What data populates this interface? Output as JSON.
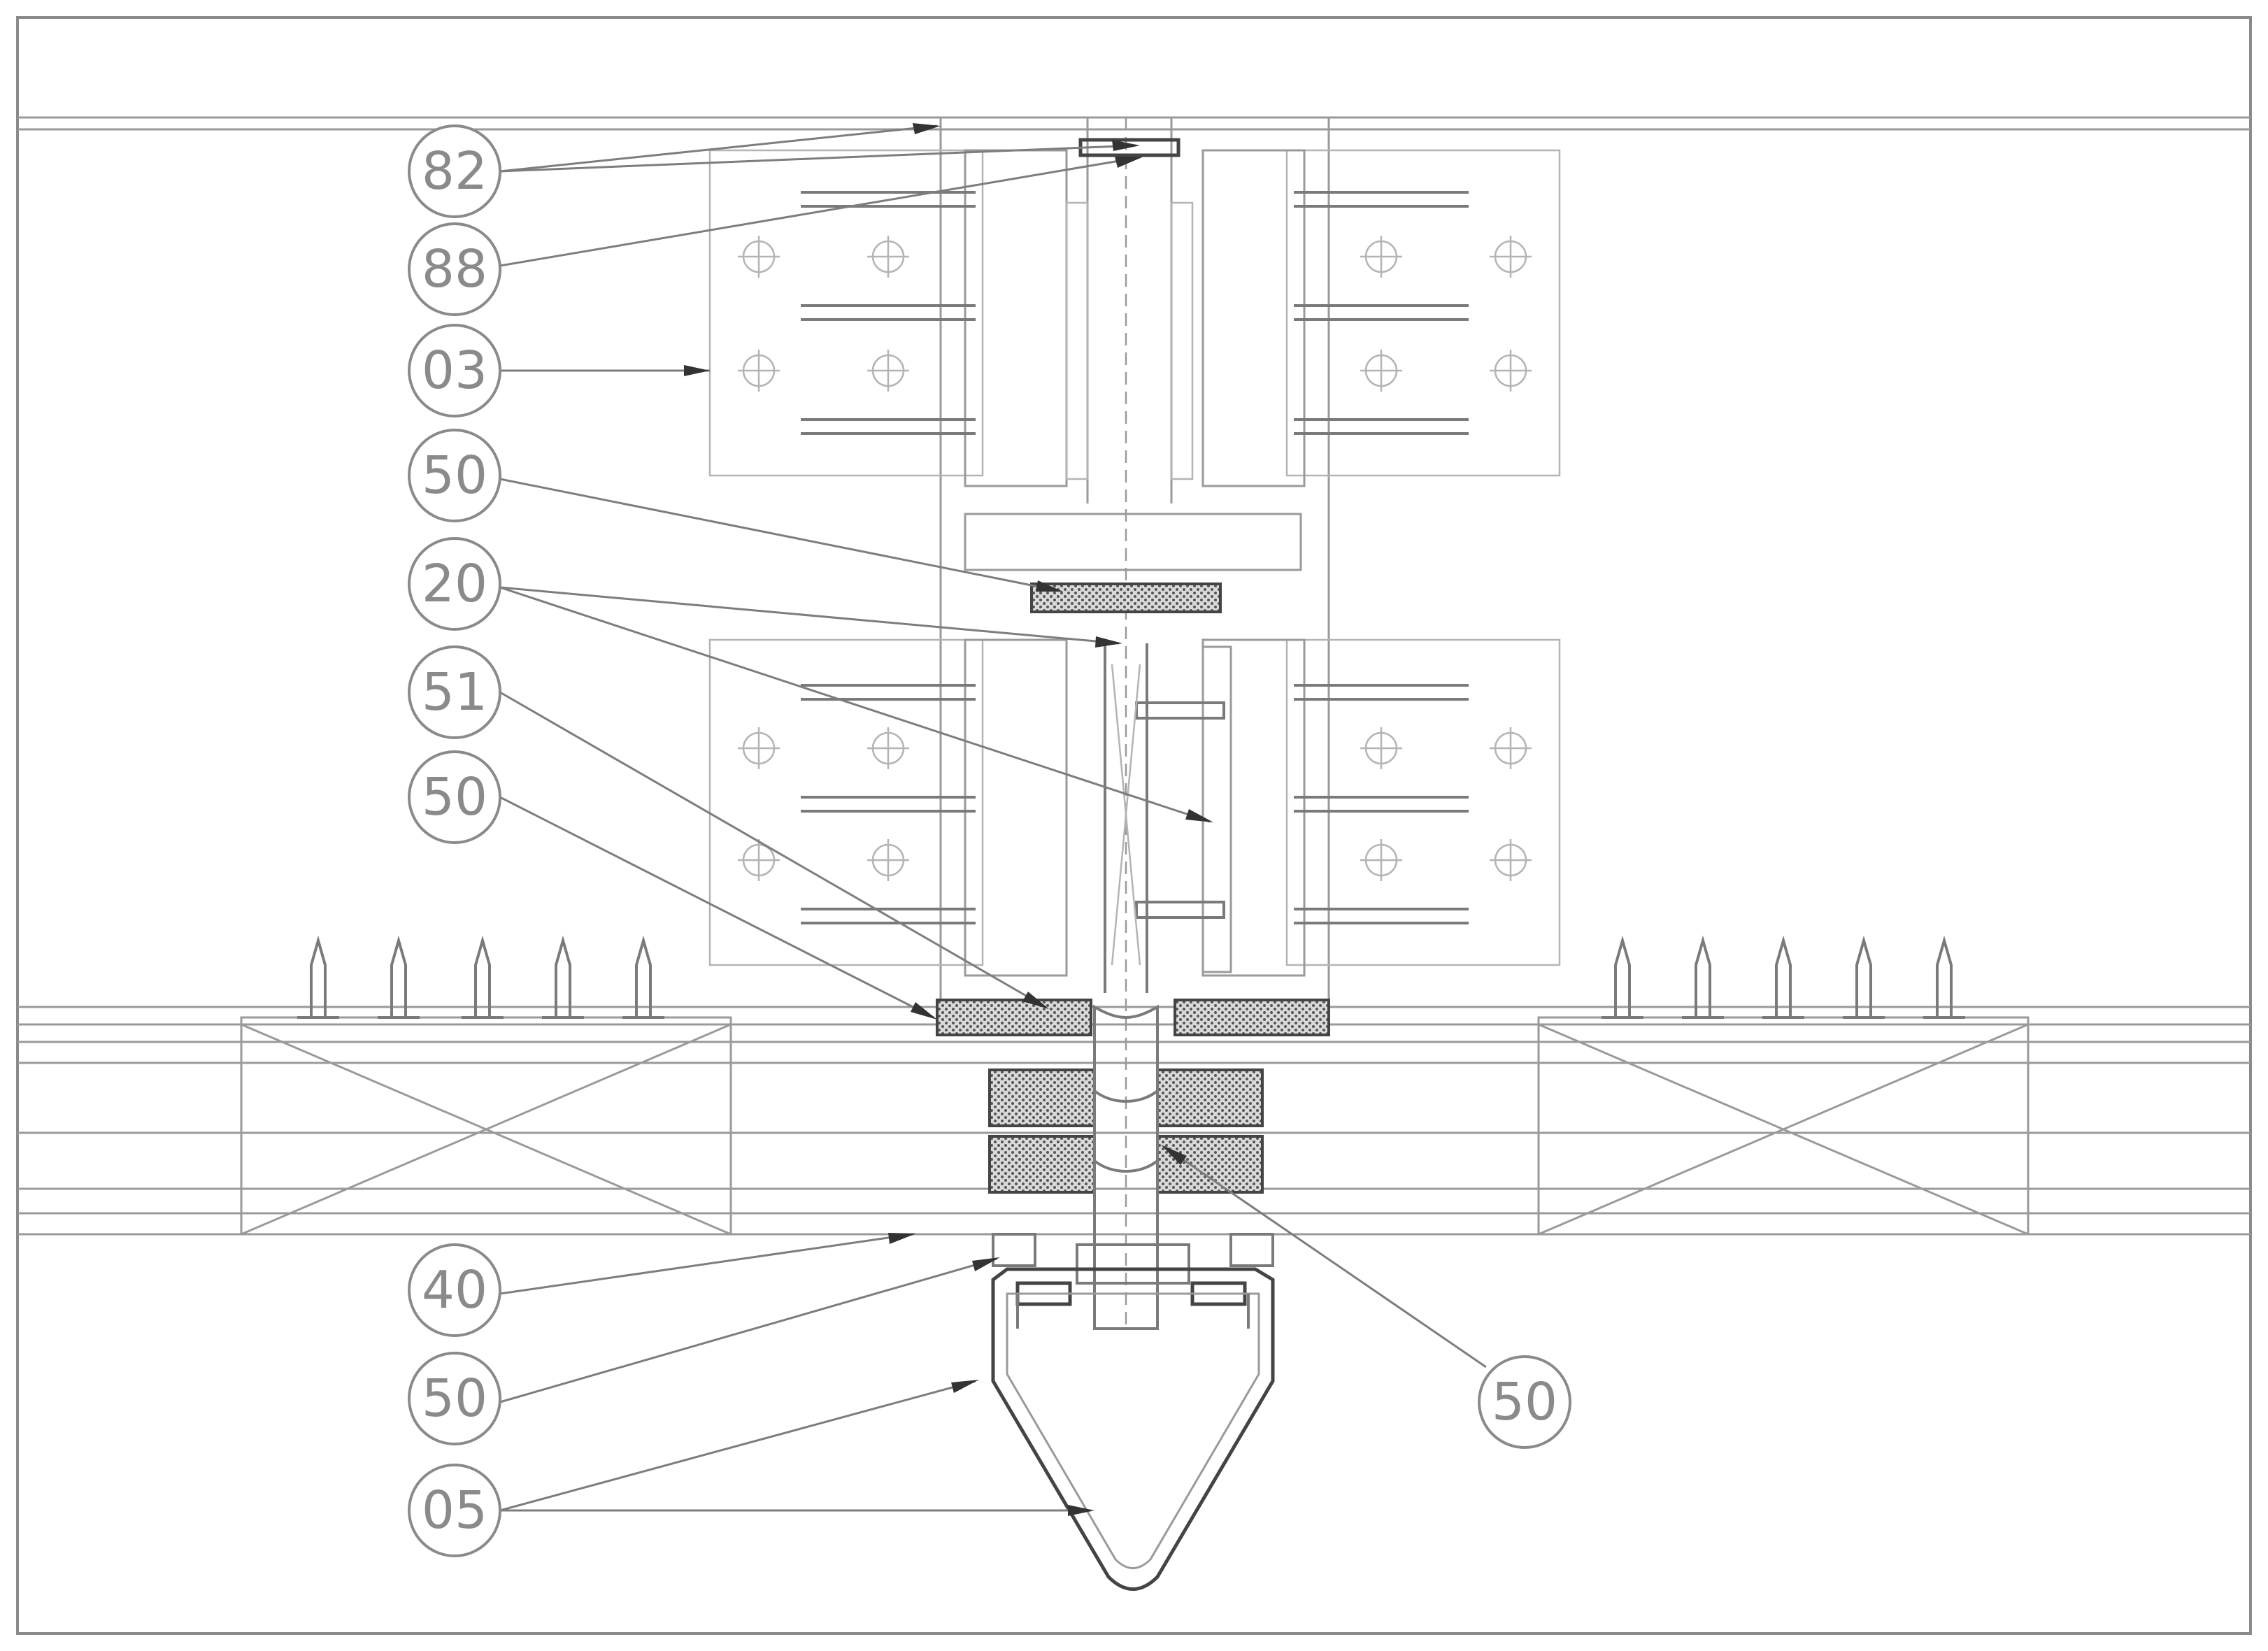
{
  "callouts": [
    {
      "id": "c1",
      "label": "82"
    },
    {
      "id": "c2",
      "label": "88"
    },
    {
      "id": "c3",
      "label": "03"
    },
    {
      "id": "c4",
      "label": "50"
    },
    {
      "id": "c5",
      "label": "20"
    },
    {
      "id": "c6",
      "label": "51"
    },
    {
      "id": "c7",
      "label": "50"
    },
    {
      "id": "c8",
      "label": "40"
    },
    {
      "id": "c9",
      "label": "50"
    },
    {
      "id": "c10",
      "label": "05"
    },
    {
      "id": "c11",
      "label": "50"
    }
  ]
}
